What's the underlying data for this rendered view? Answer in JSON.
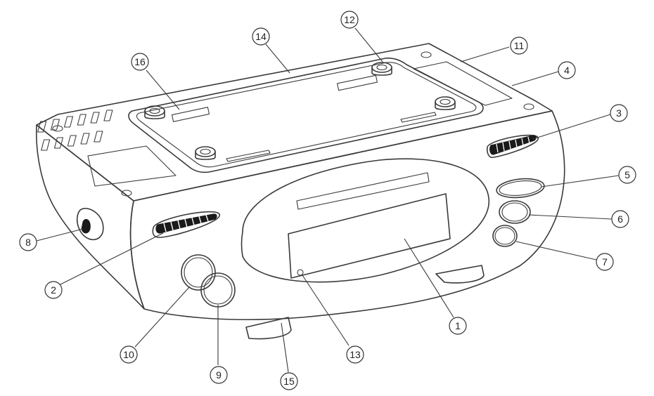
{
  "colors": {
    "line": "#3a3a3a",
    "background": "#ffffff",
    "dark_fill": "#1a1a1a"
  },
  "callouts": [
    {
      "id": "1",
      "label": "1"
    },
    {
      "id": "2",
      "label": "2"
    },
    {
      "id": "3",
      "label": "3"
    },
    {
      "id": "4",
      "label": "4"
    },
    {
      "id": "5",
      "label": "5"
    },
    {
      "id": "6",
      "label": "6"
    },
    {
      "id": "7",
      "label": "7"
    },
    {
      "id": "8",
      "label": "8"
    },
    {
      "id": "9",
      "label": "9"
    },
    {
      "id": "10",
      "label": "10"
    },
    {
      "id": "11",
      "label": "11"
    },
    {
      "id": "12",
      "label": "12"
    },
    {
      "id": "13",
      "label": "13"
    },
    {
      "id": "14",
      "label": "14"
    },
    {
      "id": "15",
      "label": "15"
    },
    {
      "id": "16",
      "label": "16"
    }
  ]
}
